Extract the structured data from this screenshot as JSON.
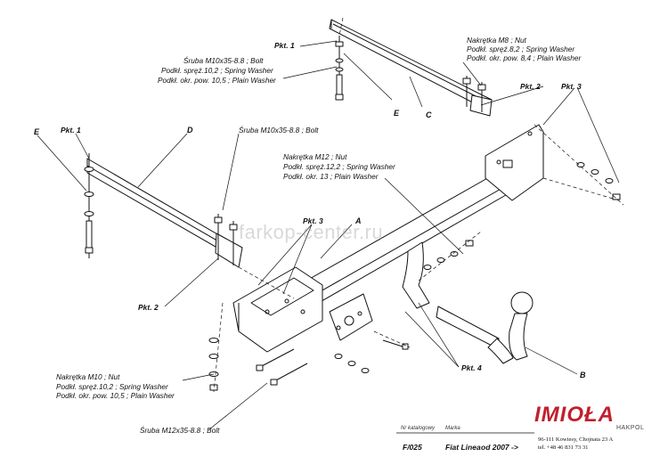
{
  "watermark": "farkop-center.ru",
  "letters": {
    "A": "A",
    "B": "B",
    "C": "C",
    "D": "D",
    "E1": "E",
    "E2": "E"
  },
  "pkt": {
    "p1_top": "Pkt. 1",
    "p1_left": "Pkt. 1",
    "p2_right": "Pkt. 2",
    "p2_left": "Pkt. 2",
    "p3_right": "Pkt. 3",
    "p3_mid": "Pkt. 3",
    "p4": "Pkt. 4"
  },
  "callouts": {
    "bolt_m10_top": [
      "Śruba M10x35-8.8 ;  Bolt",
      "Podkł. spręż.10,2 ; Spring Washer",
      "Podkł. okr. pow. 10,5 ; Plain Washer"
    ],
    "nut_m8": [
      "Nakrętka  M8 ; Nut",
      "Podkł. spręż.8,2 ; Spring Washer",
      "Podkł. okr. pow. 8,4 ; Plain Washer"
    ],
    "bolt_m10_mid": [
      "Śruba M10x35-8.8 ;  Bolt"
    ],
    "nut_m12": [
      "Nakrętka  M12 ; Nut",
      "Podkł. spręż.12,2 ; Spring Washer",
      "Podkł. okr. 13 ; Plain Washer"
    ],
    "nut_m10": [
      "Nakrętka  M10 ; Nut",
      "Podkł. spręż.10,2 ; Spring Washer",
      "Podkł. okr. pow. 10,5 ; Plain Washer"
    ],
    "bolt_m12": [
      "Śruba M12x35-8.8 ;  Bolt"
    ]
  },
  "title_block": {
    "cat_label": "Nr katalogowy",
    "make_label": "Marka",
    "cat_no": "F/025",
    "model": "Fiat Linea",
    "date": "od  2007 ->"
  },
  "company": {
    "logo": "IMIOŁA",
    "sub": "HAKPOL",
    "address": "96-111 Kowiesy, Chojnata 23 A",
    "phone": "tel. +48 46 831 73 31"
  }
}
